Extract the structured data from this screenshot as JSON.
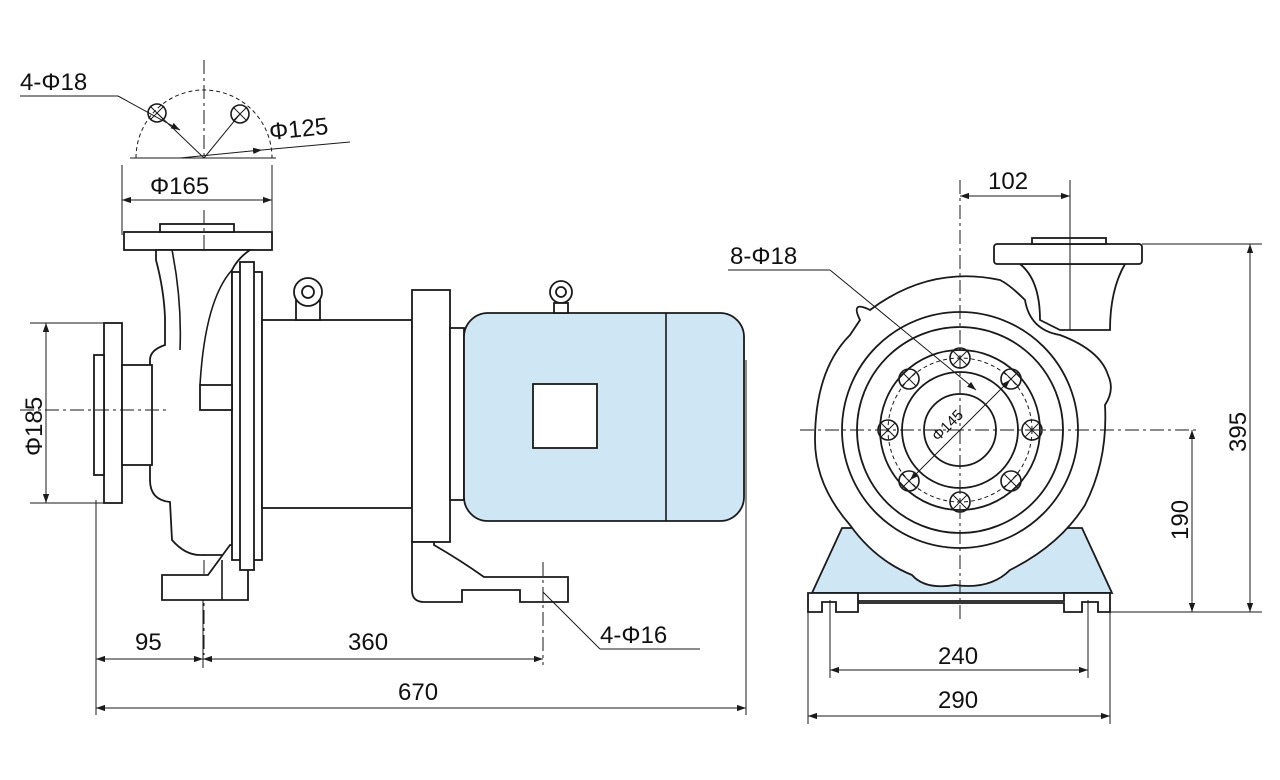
{
  "colors": {
    "line": "#1a1a1a",
    "motor_fill": "#cfe6f5",
    "background": "#ffffff"
  },
  "side_view": {
    "outlet_bolts": "4-Φ18",
    "outlet_pcd": "Φ125",
    "outlet_flange": "Φ165",
    "inlet_flange": "Φ185",
    "base_bolts": "4-Φ16",
    "dim_inlet_to_foot": "95",
    "dim_foot_spacing": "360",
    "dim_overall_length": "670"
  },
  "front_view": {
    "flange_bolts": "8-Φ18",
    "flange_pcd": "Φ145",
    "dim_outlet_offset": "102",
    "dim_shaft_height": "190",
    "dim_overall_height": "395",
    "dim_bolt_spacing": "240",
    "dim_base_width": "290"
  }
}
